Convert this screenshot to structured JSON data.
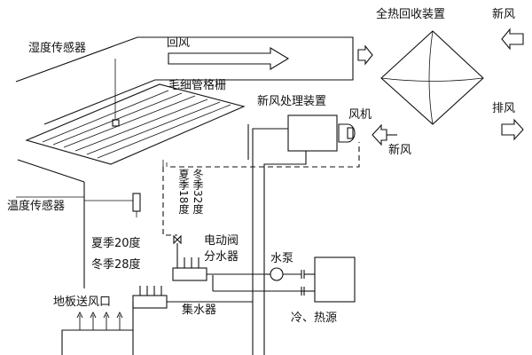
{
  "labels": {
    "heat_recovery": "全热回收装置",
    "fresh_air_top": "新风",
    "exhaust_air": "排风",
    "fresh_air_mid": "新风",
    "return_air": "回风",
    "humidity_sensor": "湿度传感器",
    "capillary_grid": "毛细管格栅",
    "fresh_air_unit": "新风处理装置",
    "fan": "风机",
    "temperature_sensor": "温度传感器",
    "summer_18": "夏季18度",
    "winter_32": "冬季32度",
    "summer_20": "夏季20度",
    "winter_28": "冬季28度",
    "electric_valve": "电动阀",
    "distributor": "分水器",
    "pump": "水泵",
    "floor_supply_outlet": "地板送风口",
    "collector": "集水器",
    "hot_cold_source": "冷、热源"
  }
}
